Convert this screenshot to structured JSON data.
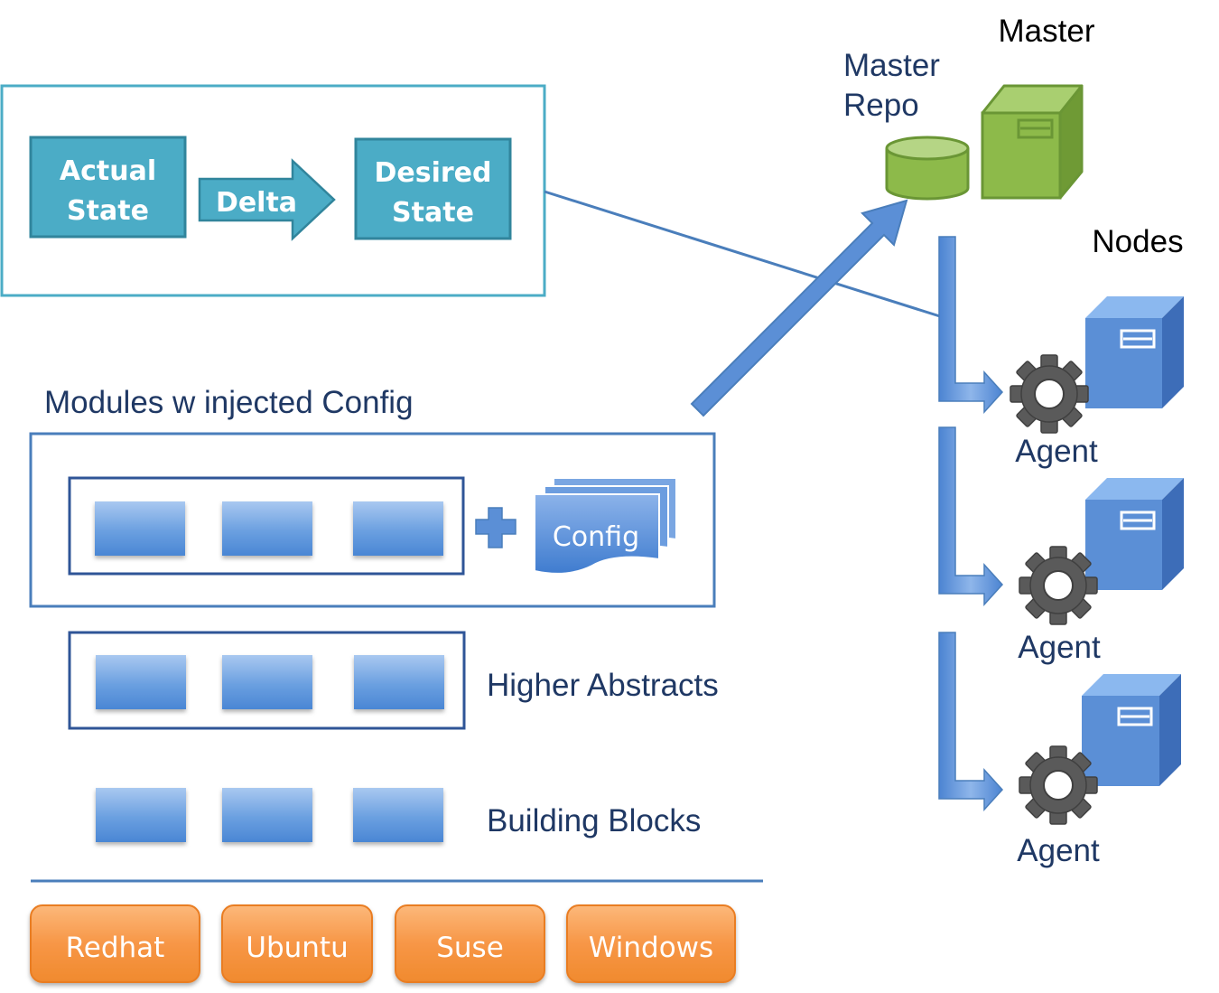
{
  "colors": {
    "teal_fill": "#4bacc6",
    "teal_border": "#31859c",
    "navy_text": "#1f3864",
    "blue_block": "#5b9bd5",
    "blue_arrow": "#5b8fd6",
    "green": "#8dba4a",
    "orange": "#f79646"
  },
  "state_panel": {
    "actual_line1": "Actual",
    "actual_line2": "State",
    "delta": "Delta",
    "desired_line1": "Desired",
    "desired_line2": "State"
  },
  "master": {
    "title": "Master",
    "repo_line1": "Master",
    "repo_line2": "Repo"
  },
  "nodes": {
    "title": "Nodes",
    "agents": [
      "Agent",
      "Agent",
      "Agent"
    ]
  },
  "modules": {
    "title": "Modules w injected Config",
    "config_label": "Config"
  },
  "layers": {
    "higher_abstracts": "Higher Abstracts",
    "building_blocks": "Building Blocks"
  },
  "os_platforms": [
    "Redhat",
    "Ubuntu",
    "Suse",
    "Windows"
  ],
  "icons": {
    "plus": "plus-icon",
    "config": "document-stack-icon",
    "repo": "database-icon",
    "master": "server-icon",
    "node": "server-icon",
    "agent": "gear-icon"
  }
}
